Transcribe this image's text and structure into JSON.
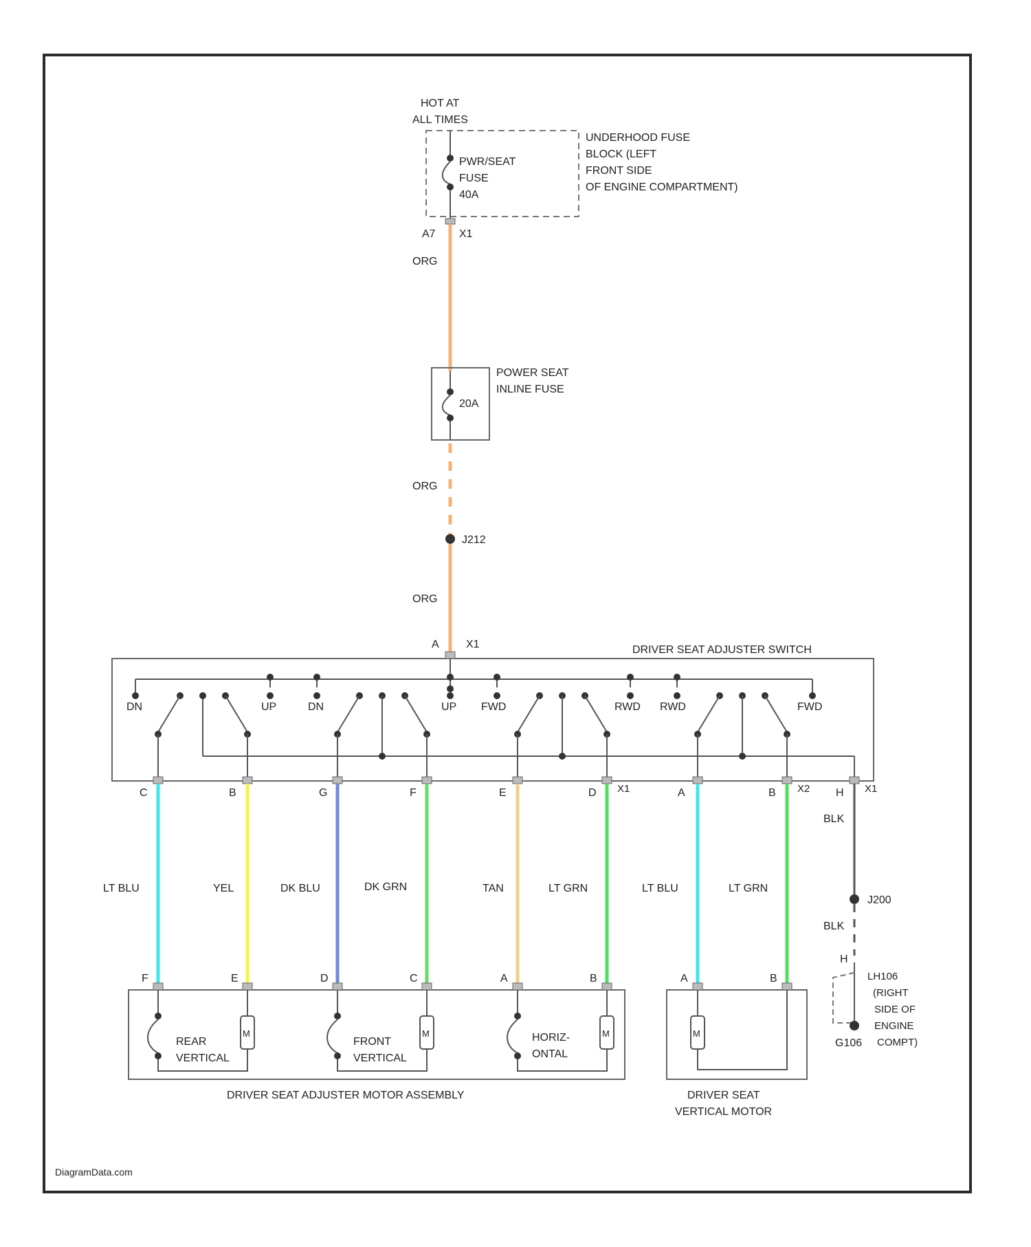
{
  "colors": {
    "frame": "#2b2b2b",
    "line": "#555555",
    "dash": "#777777",
    "text": "#222222",
    "orange": "#f4b27a",
    "light_blue": "#3fe6ea",
    "yellow": "#f7f542",
    "dark_blue": "#6f8cdc",
    "dark_green": "#66dd66",
    "tan": "#f1d088",
    "light_green": "#4fe05f",
    "black": "#555555"
  },
  "power_source": {
    "line1": "HOT AT",
    "line2": "ALL TIMES"
  },
  "underhood_fuse_block": {
    "lines": [
      "UNDERHOOD FUSE",
      "BLOCK (LEFT",
      "FRONT SIDE",
      "OF ENGINE COMPARTMENT)"
    ],
    "fuse_lines": [
      "PWR/SEAT",
      "FUSE",
      "40A"
    ],
    "connector": "A7",
    "connector_id": "X1"
  },
  "feed_wire_labels": [
    "ORG",
    "ORG",
    "ORG"
  ],
  "inline_fuse": {
    "label_lines": [
      "POWER SEAT",
      "INLINE FUSE"
    ],
    "rating": "20A"
  },
  "splice_top": "J212",
  "switch": {
    "title": "DRIVER SEAT ADJUSTER SWITCH",
    "input_pin": "A",
    "input_connector": "X1",
    "position_labels": [
      "DN",
      "UP",
      "DN",
      "UP",
      "FWD",
      "RWD",
      "RWD",
      "FWD"
    ],
    "output_pins": [
      "C",
      "B",
      "G",
      "F",
      "E",
      "D",
      "A",
      "B",
      "H"
    ],
    "connector_tags": [
      "X1",
      "X2",
      "X1"
    ]
  },
  "wires": [
    {
      "label": "LT BLU",
      "color": "light_blue"
    },
    {
      "label": "YEL",
      "color": "yellow"
    },
    {
      "label": "DK BLU",
      "color": "dark_blue"
    },
    {
      "label": "DK GRN",
      "color": "dark_green"
    },
    {
      "label": "TAN",
      "color": "tan"
    },
    {
      "label": "LT GRN",
      "color": "light_green"
    },
    {
      "label": "LT BLU",
      "color": "light_blue"
    },
    {
      "label": "LT GRN",
      "color": "light_green"
    }
  ],
  "ground_wire": {
    "labels": [
      "BLK",
      "BLK"
    ],
    "splice": "J200",
    "connector_pin": "H"
  },
  "motor_assembly": {
    "pins": [
      "F",
      "E",
      "D",
      "C",
      "A",
      "B"
    ],
    "motors": [
      {
        "lines": [
          "REAR",
          "VERTICAL"
        ],
        "symbol": "M"
      },
      {
        "lines": [
          "FRONT",
          "VERTICAL"
        ],
        "symbol": "M"
      },
      {
        "lines": [
          "HORIZ-",
          "ONTAL"
        ],
        "symbol": "M"
      }
    ],
    "title": "DRIVER SEAT ADJUSTER MOTOR ASSEMBLY"
  },
  "vertical_motor": {
    "pins": [
      "A",
      "B"
    ],
    "symbol": "M",
    "title_lines": [
      "DRIVER SEAT",
      "VERTICAL MOTOR"
    ]
  },
  "ground": {
    "id": "G106",
    "location_lines": [
      "(RIGHT",
      "SIDE OF",
      "ENGINE",
      "COMPT)"
    ],
    "location_prefix": "LH106"
  },
  "watermark": "DiagramData.com"
}
